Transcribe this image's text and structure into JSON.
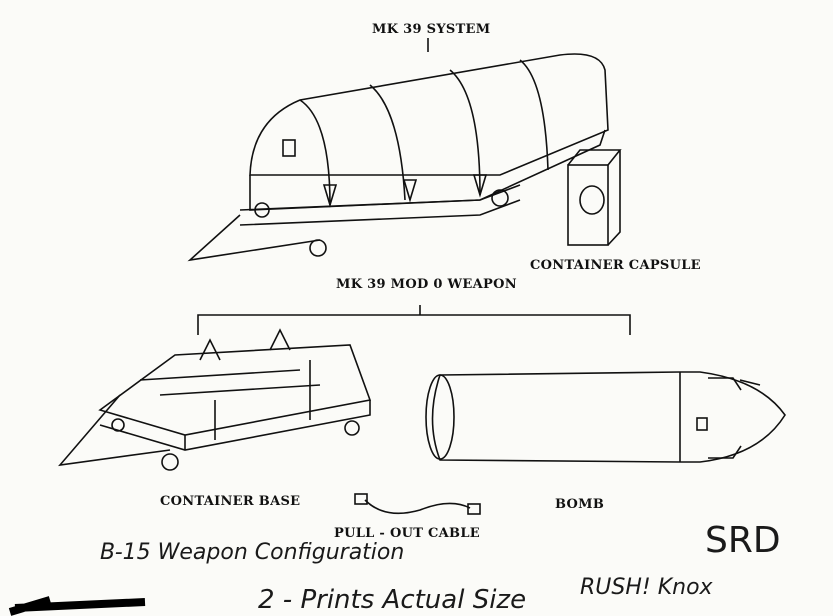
{
  "labels": {
    "system": "MK 39 SYSTEM",
    "capsule": "CONTAINER CAPSULE",
    "weapon": "MK 39 MOD 0 WEAPON",
    "base": "CONTAINER BASE",
    "bomb": "BOMB",
    "cable": "PULL - OUT CABLE"
  },
  "handwriting": {
    "title": "B-15 Weapon Configuration",
    "prints": "2 - Prints Actual Size",
    "rush": "RUSH! Knox",
    "srd": "SRD"
  }
}
